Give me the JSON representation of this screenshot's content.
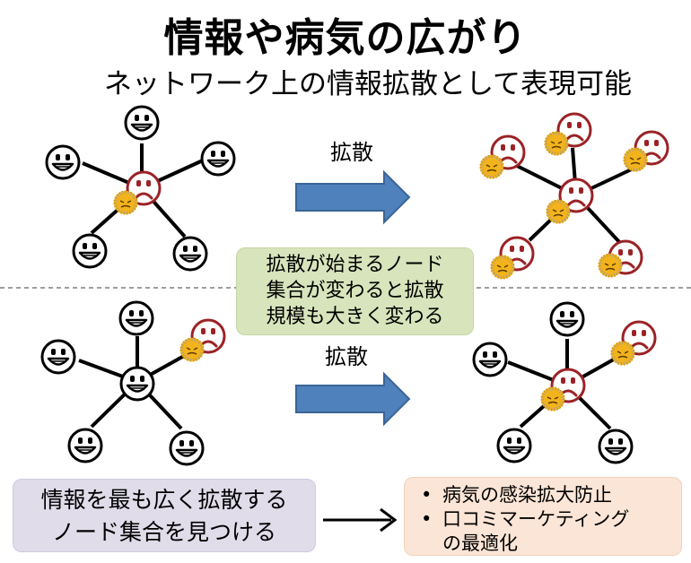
{
  "title": "情報や病気の広がり",
  "subtitle": "ネットワーク上の情報拡散として表現可能",
  "arrow_label_top": "拡散",
  "arrow_label_bottom": "拡散",
  "middle_note": [
    "拡散が始まるノード",
    "集合が変わると拡散",
    "規模も大きく変わる"
  ],
  "bottom_left": [
    "情報を最も広く拡散する",
    "ノード集合を見つける"
  ],
  "bottom_right": [
    "病気の感染拡大防止",
    "口コミマーケティング",
    "の最適化"
  ],
  "colors": {
    "healthy_face": "#000000",
    "infected_face": "#9b2226",
    "virus": "#f2b31c",
    "arrow_fill": "#4f81bd",
    "arrow_stroke": "#3a6496",
    "divider": "#7f7f7f"
  }
}
